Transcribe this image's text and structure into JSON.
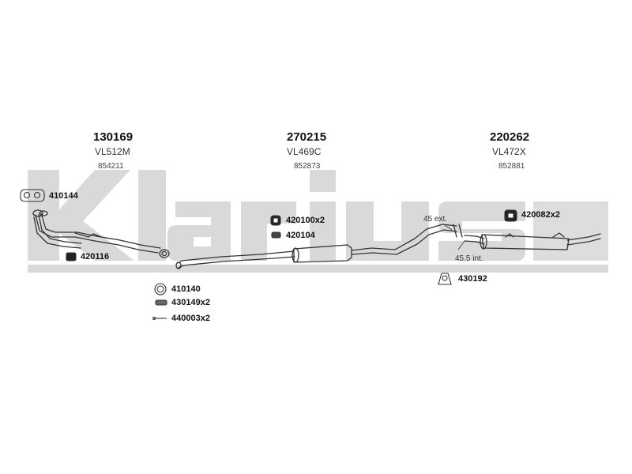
{
  "watermark": {
    "text": "Klarius",
    "color": "#d6d6d6"
  },
  "components": [
    {
      "part_number": "130169",
      "model": "VL512M",
      "code": "854211"
    },
    {
      "part_number": "270215",
      "model": "VL469C",
      "code": "852873"
    },
    {
      "part_number": "220262",
      "model": "VL472X",
      "code": "852881"
    }
  ],
  "fittings": {
    "gasket_manifold": "410144",
    "clamp_front": "420116",
    "ring": "410140",
    "bolt": "430149x2",
    "rod": "440003x2",
    "hanger_double": "420100x2",
    "hanger_single": "420104",
    "rear_hanger": "420082x2",
    "rear_clamp": "430192"
  },
  "notes": {
    "ext": "45 ext.",
    "int": "45.5 int."
  },
  "colors": {
    "line": "#333333",
    "watermark": "#d6d6d6"
  }
}
